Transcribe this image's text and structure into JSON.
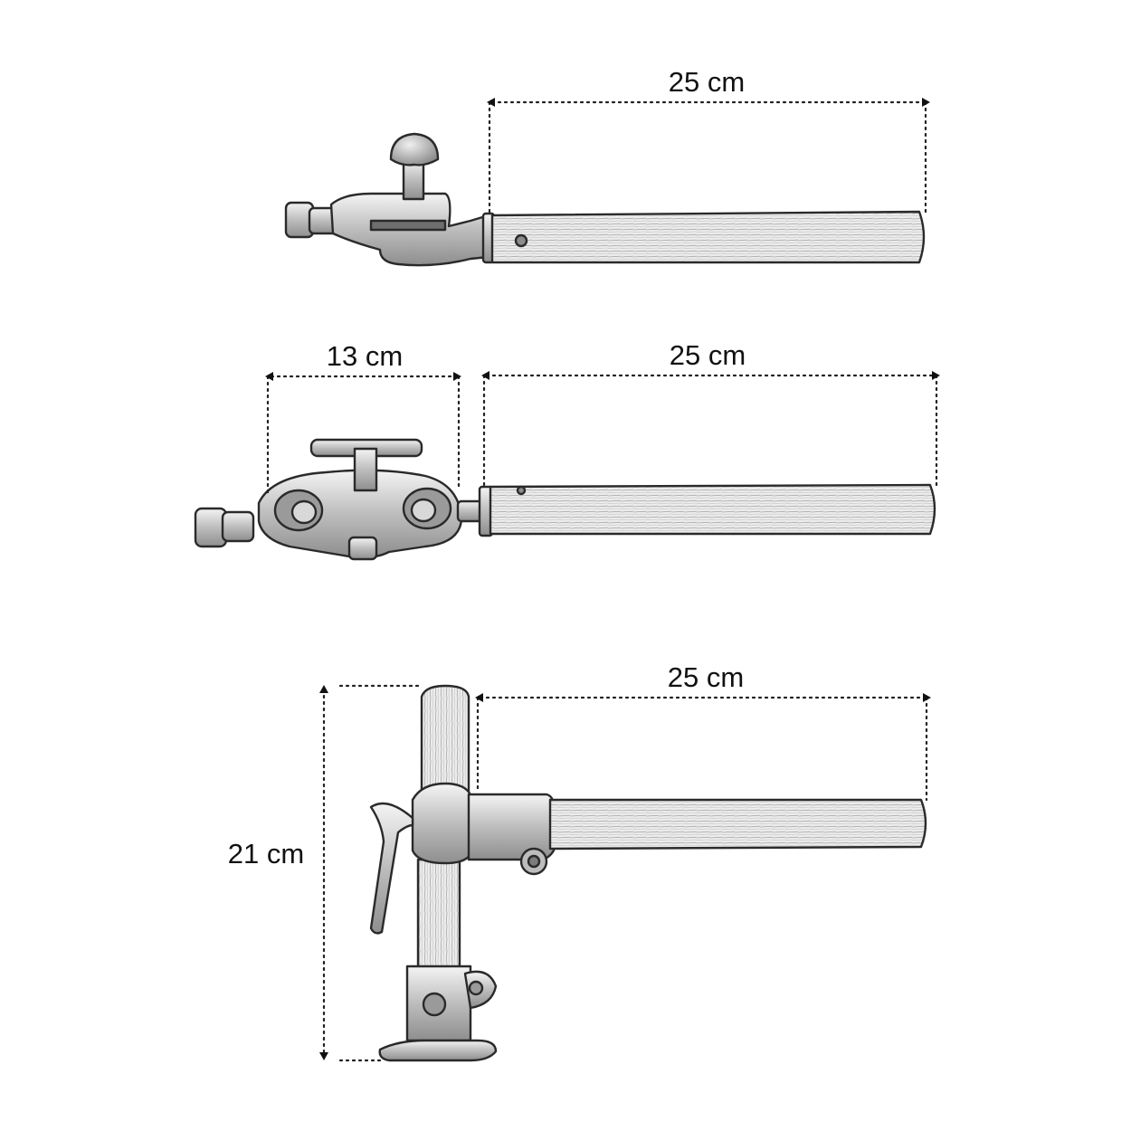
{
  "figures": [
    {
      "id": "clamp-1",
      "labels": {
        "rod_length": "25 cm"
      }
    },
    {
      "id": "clamp-2",
      "labels": {
        "clamp_width": "13 cm",
        "rod_length": "25 cm"
      }
    },
    {
      "id": "clamp-3",
      "labels": {
        "rod_length": "25 cm",
        "height": "21 cm"
      }
    }
  ]
}
